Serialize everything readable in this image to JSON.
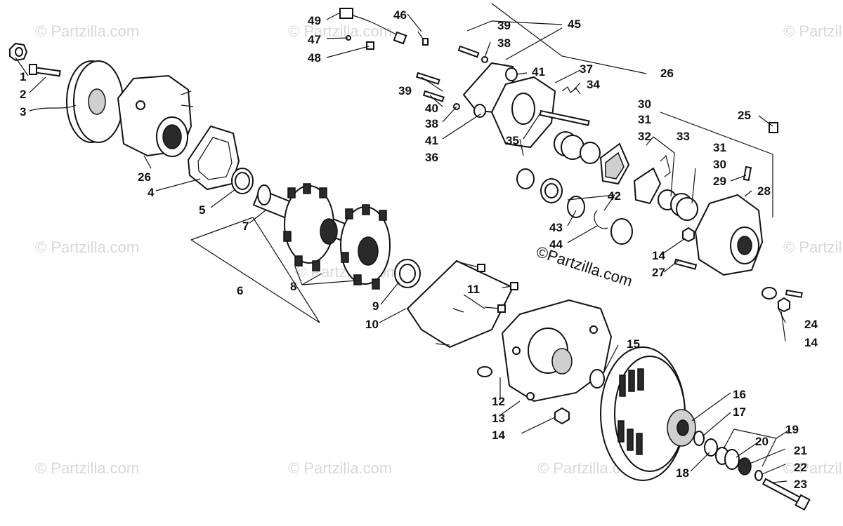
{
  "watermark": "© Partzilla.com",
  "brand_mark": "©Partzilla.com",
  "callouts": [
    "1",
    "2",
    "3",
    "26",
    "4",
    "5",
    "7",
    "6",
    "8",
    "9",
    "10",
    "11",
    "12",
    "13",
    "14",
    "15",
    "16",
    "17",
    "18",
    "19",
    "20",
    "21",
    "22",
    "23",
    "24",
    "14",
    "27",
    "14",
    "28",
    "29",
    "30",
    "31",
    "25",
    "33",
    "32",
    "31",
    "30",
    "42",
    "43",
    "44",
    "34",
    "37",
    "35",
    "36",
    "41",
    "38",
    "40",
    "39",
    "41",
    "45",
    "38",
    "39",
    "46",
    "49",
    "47",
    "48",
    "26"
  ]
}
